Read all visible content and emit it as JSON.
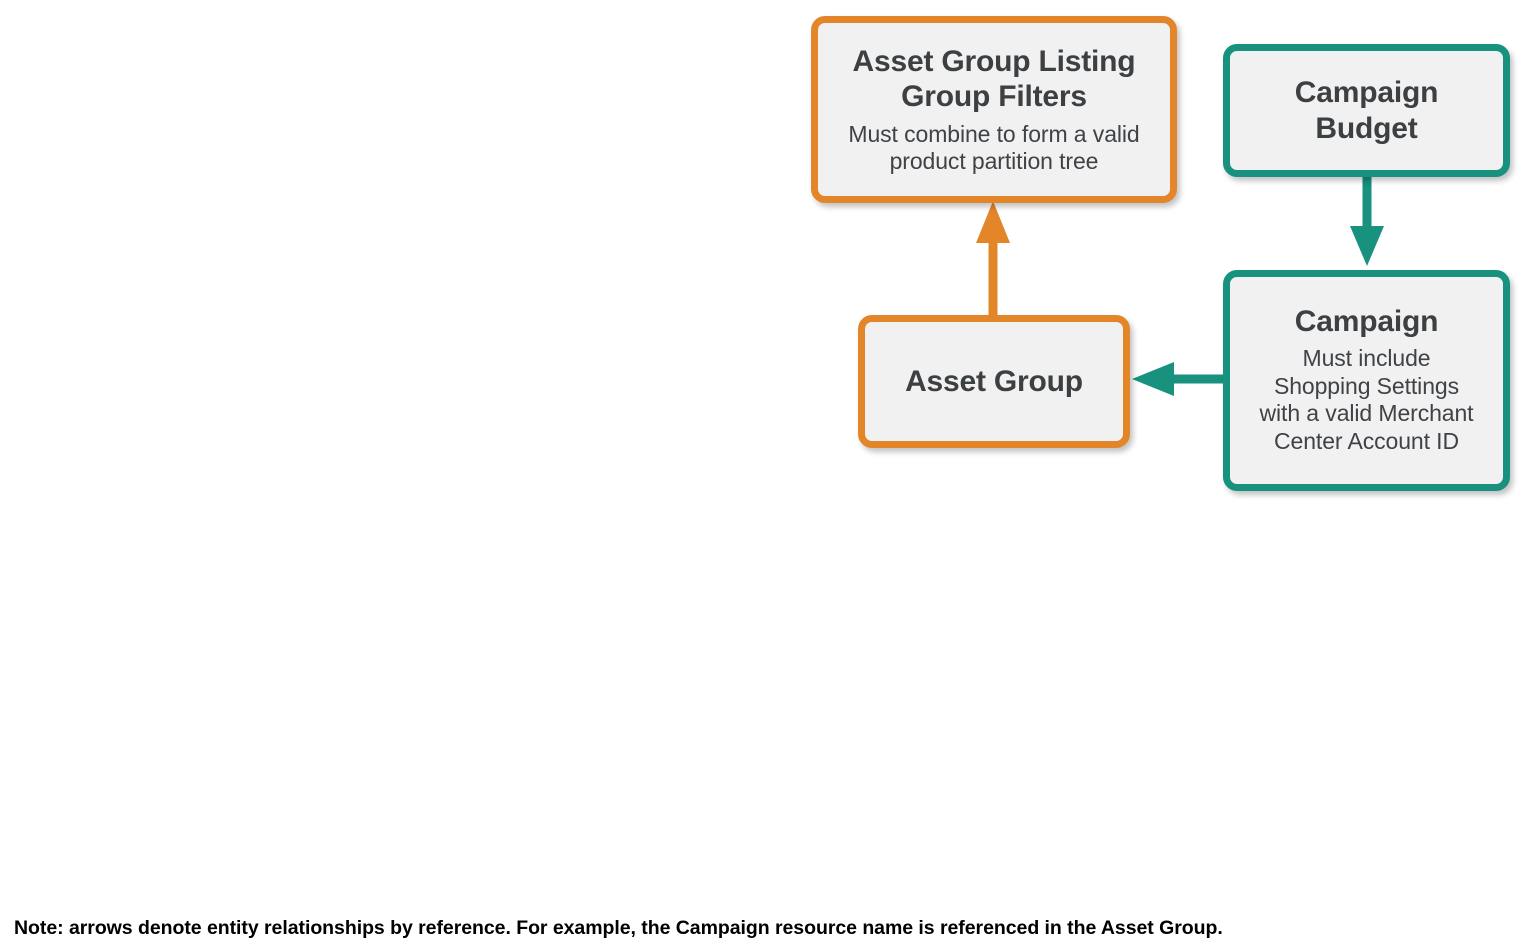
{
  "diagram": {
    "type": "entity-relationship",
    "colors": {
      "orange": "#e3862a",
      "teal": "#18917f",
      "node_fill": "#f1f1f1",
      "text": "#3c4043",
      "background": "#ffffff"
    },
    "nodes": [
      {
        "id": "listing-group-filters",
        "title": "Asset Group Listing Group Filters",
        "title_line1": "Asset Group Listing",
        "title_line2": "Group Filters",
        "subtitle": "Must combine to form a valid product partition tree",
        "subtitle_line1": "Must combine to form a valid",
        "subtitle_line2": "product partition tree",
        "color": "orange"
      },
      {
        "id": "campaign-budget",
        "title": "Campaign Budget",
        "title_line1": "Campaign",
        "title_line2": "Budget",
        "subtitle": "",
        "color": "teal"
      },
      {
        "id": "asset-group",
        "title": "Asset Group",
        "title_line1": "Asset Group",
        "subtitle": "",
        "color": "orange"
      },
      {
        "id": "campaign",
        "title": "Campaign",
        "title_line1": "Campaign",
        "subtitle": "Must include Shopping Settings with a valid Merchant Center Account ID",
        "subtitle_line1": "Must include",
        "subtitle_line2": "Shopping Settings",
        "subtitle_line3": "with a valid Merchant",
        "subtitle_line4": "Center Account ID",
        "color": "teal"
      }
    ],
    "edges": [
      {
        "id": "asset-group-to-listing-group-filters",
        "from": "asset-group",
        "to": "listing-group-filters",
        "direction": "up",
        "color": "orange"
      },
      {
        "id": "campaign-budget-to-campaign",
        "from": "campaign-budget",
        "to": "campaign",
        "direction": "down",
        "color": "teal"
      },
      {
        "id": "campaign-to-asset-group",
        "from": "campaign",
        "to": "asset-group",
        "direction": "left",
        "color": "teal"
      }
    ]
  },
  "footnote": {
    "text": "Note: arrows denote entity relationships by reference. For example, the Campaign resource name is referenced in the Asset Group."
  }
}
